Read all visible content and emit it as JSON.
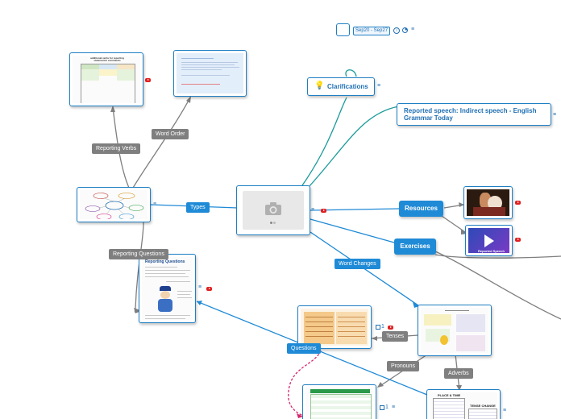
{
  "toolbar": {
    "date_range": "Sep20 - Sep27",
    "info_icon": "info-icon",
    "pie_icon": "pie-chart-icon",
    "notes_icon": "notes-icon"
  },
  "central": {
    "image_icon": "camera-icon"
  },
  "topics": {
    "clarifications": "Clarifications",
    "reported_speech": "Reported speech: Indirect speech - English Grammar Today",
    "resources": "Resources",
    "exercises": "Exercises"
  },
  "link_labels": {
    "types": "Types",
    "word_order": "Word Order",
    "reporting_verbs": "Reporting Verbs",
    "reporting_questions": "Reporting Questions",
    "word_changes": "Word Changes",
    "tenses": "Tenses",
    "pronouns": "Pronouns",
    "adverbs": "Adverbs",
    "questions": "Questions"
  },
  "thumbnails": {
    "reporting_verbs_title": "additional verbs for reporting statements/ commands",
    "reporting_questions_title": "Reporting Questions",
    "place_time_title": "PLACE & TIME",
    "tense_change_title": "TENSE CHANGE",
    "video_title": "Reported Speech"
  },
  "counters": {
    "tenses_count": "1",
    "bottom_count": "1"
  },
  "colors": {
    "accent": "#1f8ad6",
    "label_gray": "#7f7f7f",
    "border": "#1f7fc4",
    "badge": "#e02020",
    "dashed": "#d6246e"
  }
}
